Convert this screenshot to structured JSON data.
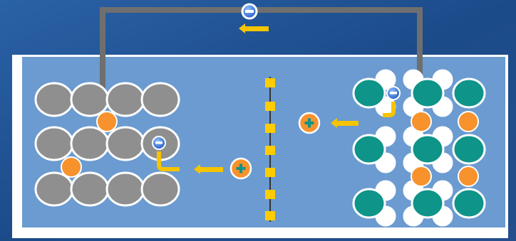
{
  "diagram": {
    "kind": "battery-discharge-schematic",
    "labels": [],
    "charges": {
      "negative": "−",
      "positive": "+"
    },
    "components": {
      "external_wire": "external-circuit",
      "separator": "separator",
      "anode": "graphite-anode",
      "cathode": "layered-oxide-cathode"
    },
    "colors": {
      "background": "#1f4f8e",
      "electrolyte": "#6b9bd0",
      "graphite": "#8f8f8f",
      "cathode_metal": "#0e9488",
      "oxygen": "#ffffff",
      "lithium_ion": "#f7922d",
      "electron": "#2f6fd3",
      "arrow": "#f6c400",
      "wire": "#6f6f6f",
      "separator": "#ffcc00"
    }
  }
}
